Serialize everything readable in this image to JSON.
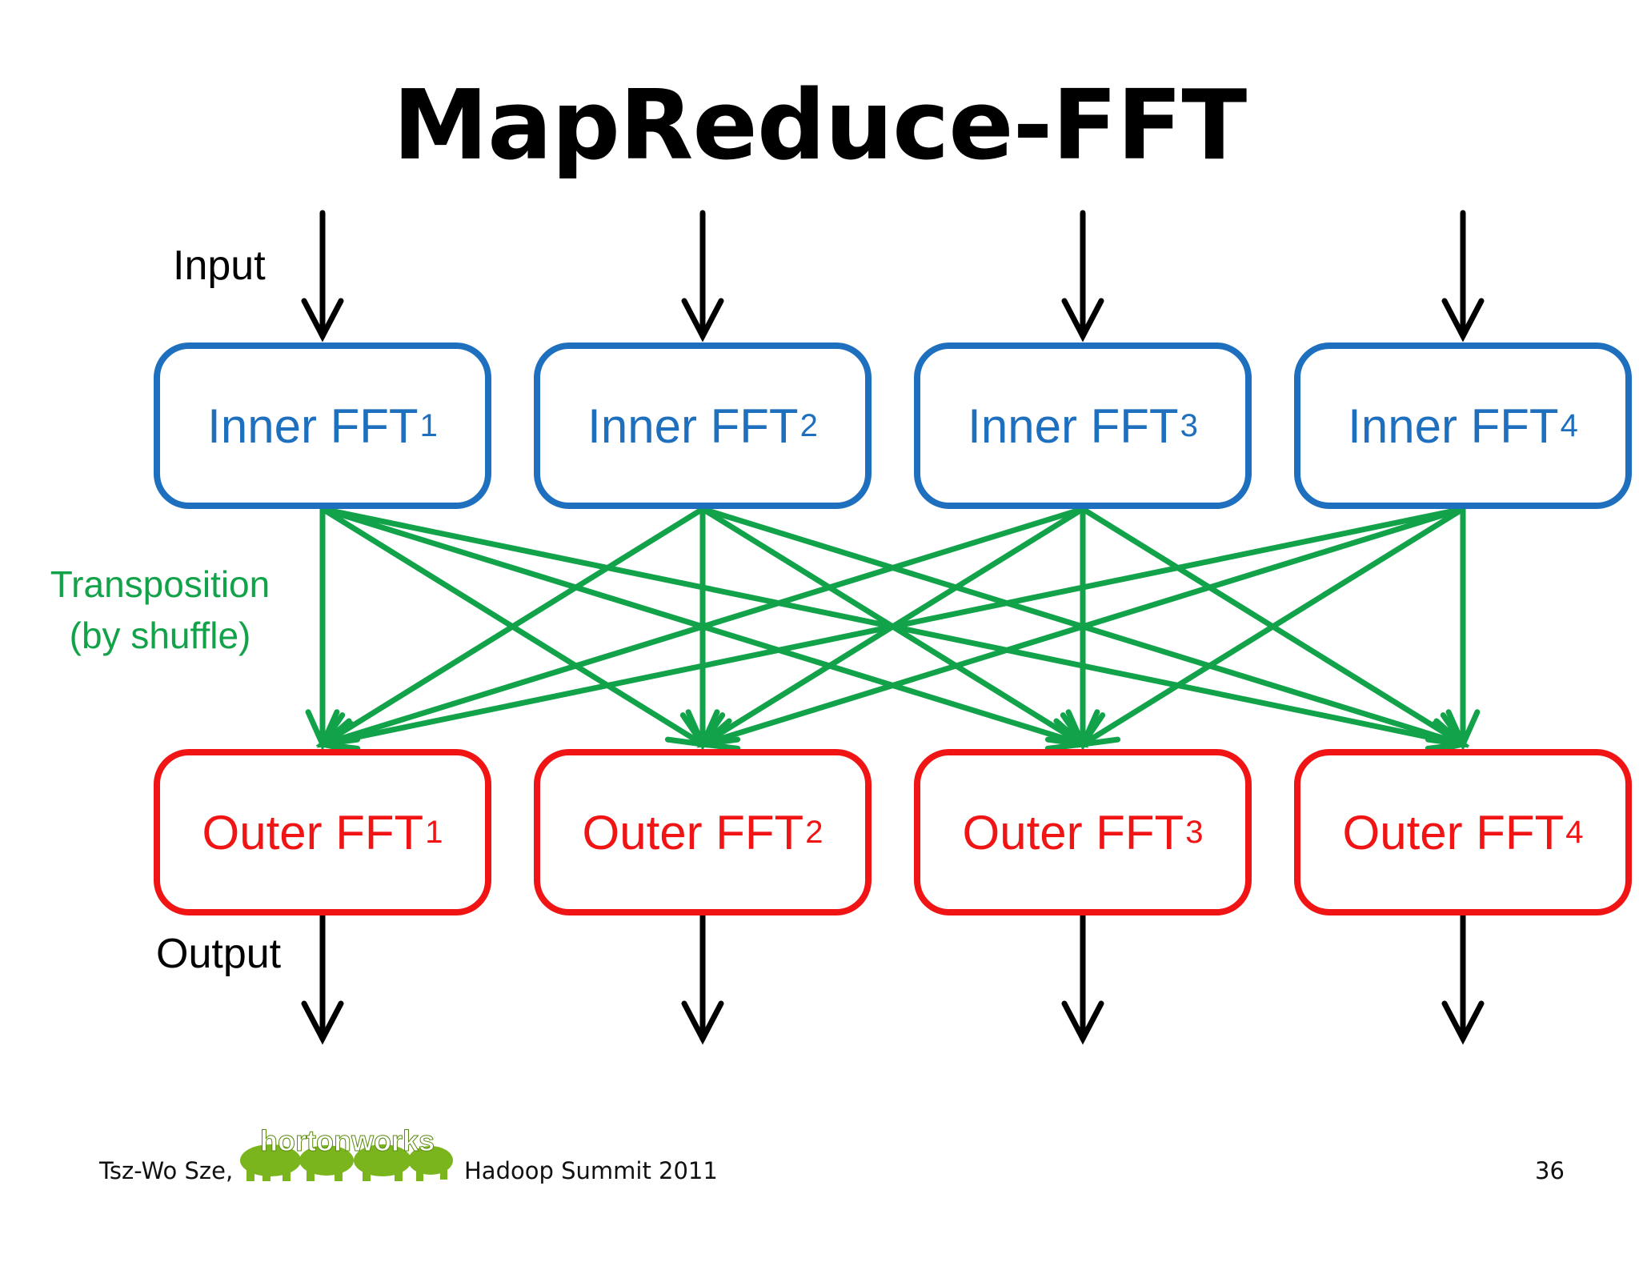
{
  "title": "MapReduce-FFT",
  "labels": {
    "input": "Input",
    "output": "Output",
    "transposition_line1": "Transposition",
    "transposition_line2": "(by shuffle)"
  },
  "inner_boxes": [
    {
      "label": "Inner FFT",
      "sub": "1"
    },
    {
      "label": "Inner FFT",
      "sub": "2"
    },
    {
      "label": "Inner FFT",
      "sub": "3"
    },
    {
      "label": "Inner FFT",
      "sub": "4"
    }
  ],
  "outer_boxes": [
    {
      "label": "Outer FFT",
      "sub": "1"
    },
    {
      "label": "Outer FFT",
      "sub": "2"
    },
    {
      "label": "Outer FFT",
      "sub": "3"
    },
    {
      "label": "Outer FFT",
      "sub": "4"
    }
  ],
  "footer": {
    "author": "Tsz-Wo Sze,",
    "logo_text": "hortonworks",
    "event": "Hadoop Summit 2011",
    "page": "36"
  },
  "colors": {
    "inner": "#1f6fbf",
    "outer": "#f01414",
    "shuffle": "#12a34a",
    "arrows": "#000000",
    "logo": "#7ab51d"
  }
}
